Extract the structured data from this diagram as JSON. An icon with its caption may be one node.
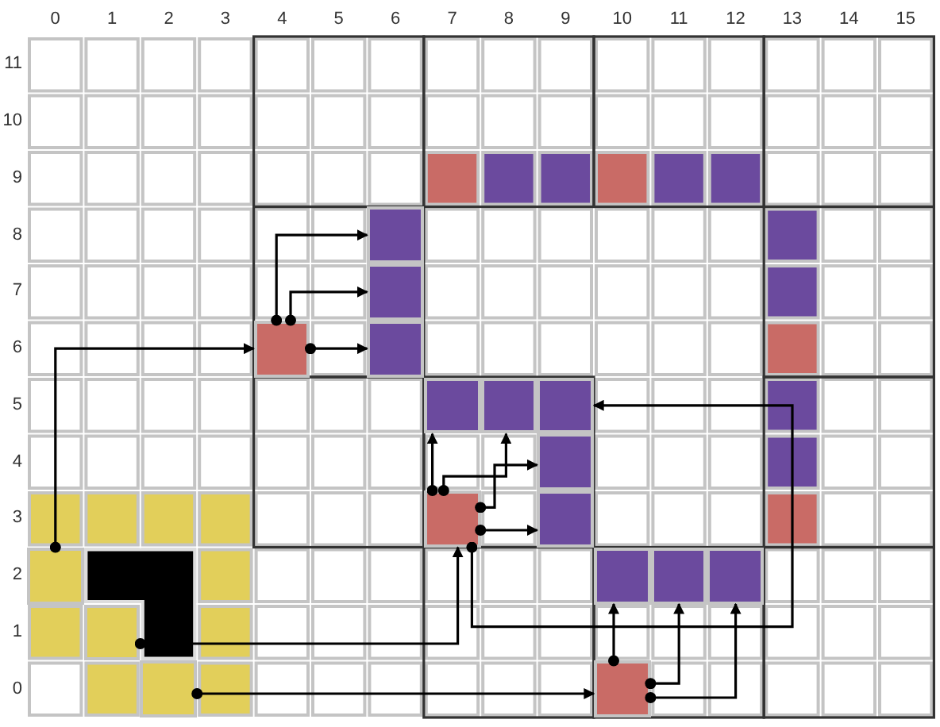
{
  "diagram": {
    "nodes": [
      {
        "text": [],
        "shape": "box"
      },
      {
        "text": [],
        "shape": "box"
      },
      {
        "text": [],
        "shape": "box"
      },
      {
        "text": [],
        "shape": "box"
      },
      {
        "text": [],
        "shape": "box"
      },
      {
        "text": [],
        "shape": "box"
      },
      {
        "text": [],
        "shape": "box"
      },
      {
        "text": [],
        "shape": "box"
      },
      {
        "text": [],
        "shape": "box"
      },
      {
        "text": [],
        "shape": "box"
      },
      {
        "text": [],
        "shape": "box"
      },
      {
        "text": [],
        "shape": "box"
      },
      {
        "text": [],
        "shape": "box"
      },
      {
        "text": [],
        "shape": "box"
      },
      {
        "text": [],
        "shape": "box"
      },
      {
        "text": [],
        "shape": "box"
      },
      {
        "text": [],
        "shape": "box"
      }
    ],
    "edges": [
      {
        "from": 10,
        "to": 2,
        "arrow": "to"
      },
      {
        "from": 2,
        "to": 3,
        "arrow": "to"
      },
      {
        "from": 2,
        "to": 1,
        "arrow": "to"
      },
      {
        "from": 2,
        "to": 0,
        "arrow": "to"
      },
      {
        "from": 14,
        "to": 8,
        "arrow": "to"
      },
      {
        "from": 15,
        "to": 16,
        "arrow": "to"
      },
      {
        "from": 8,
        "to": 4,
        "arrow": "to"
      },
      {
        "from": 8,
        "to": 5,
        "arrow": "to"
      },
      {
        "from": 8,
        "to": 6,
        "arrow": "to"
      },
      {
        "from": 8,
        "to": 7,
        "arrow": "to"
      },
      {
        "from": 8,
        "to": 9,
        "arrow": "to"
      },
      {
        "from": 16,
        "to": 11,
        "arrow": "to"
      },
      {
        "from": 16,
        "to": 12,
        "arrow": "to"
      },
      {
        "from": 16,
        "to": 13,
        "arrow": "to"
      }
    ],
    "labels": [
      "0",
      "1",
      "2",
      "3",
      "4",
      "5",
      "6",
      "7",
      "8",
      "9",
      "10",
      "11",
      "12",
      "13",
      "14",
      "15",
      "11",
      "10",
      "9",
      "8",
      "7",
      "6",
      "5",
      "4",
      "3",
      "2",
      "1",
      "0"
    ]
  }
}
